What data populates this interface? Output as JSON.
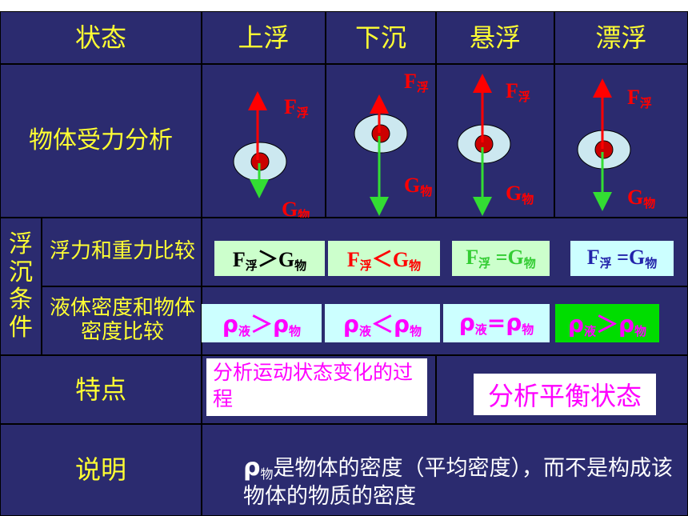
{
  "header": {
    "state_label": "状态",
    "states": [
      "上浮",
      "下沉",
      "悬浮",
      "漂浮"
    ]
  },
  "rows": {
    "force_analysis": "物体受力分析",
    "group_label_chars": [
      "浮",
      "沉",
      "条",
      "件"
    ],
    "compare_force": "浮力和重力比较",
    "compare_density": "液体密度和物体密度比较",
    "feature": "特点",
    "explain": "说明"
  },
  "force_labels": {
    "f": "F",
    "f_sub": "浮",
    "g": "G",
    "g_sub": "物"
  },
  "force_compare": [
    {
      "left": "F",
      "left_sub": "浮",
      "op": "＞",
      "right": "G",
      "right_sub": "物",
      "color": "#000000",
      "bg": "#ccffcc"
    },
    {
      "left": "F",
      "left_sub": "浮",
      "op": "＜",
      "right": "G",
      "right_sub": "物",
      "color": "#ff0000",
      "bg": "#ccffcc"
    },
    {
      "left": "F",
      "left_sub": "浮",
      "op": " =",
      "right": "G",
      "right_sub": "物",
      "color": "#33cc33",
      "bg": "#ccffcc"
    },
    {
      "left": "F",
      "left_sub": "浮",
      "op": " =",
      "right": "G",
      "right_sub": "物",
      "color": "#2222aa",
      "bg": "#ccffff"
    }
  ],
  "density_compare": [
    {
      "left": "ρ",
      "left_sub": "液",
      "op": "＞",
      "right": "ρ",
      "right_sub": "物",
      "color": "#ff00ff",
      "bg": "#ccffff"
    },
    {
      "left": "ρ",
      "left_sub": "液",
      "op": "＜",
      "right": "ρ",
      "right_sub": "物",
      "color": "#ff00ff",
      "bg": "#ccffff"
    },
    {
      "left": "ρ",
      "left_sub": "液",
      "op": "=",
      "right": "ρ",
      "right_sub": "物",
      "color": "#ff00ff",
      "bg": "#ccffff"
    },
    {
      "left": "ρ",
      "left_sub": "液",
      "op": "＞",
      "right": "ρ",
      "right_sub": "物",
      "color": "#ff00ff",
      "bg": "#00dd00"
    }
  ],
  "features": {
    "dynamic": "分析运动状态变化的过程",
    "static": "分析平衡状态"
  },
  "explanation": {
    "rho": "ρ",
    "rho_sub": "物",
    "text": "是物体的密度（平均密度），而不是构成该物体的物质的密度"
  },
  "colors": {
    "background": "#2b2b6f",
    "label": "#ffff33",
    "up_arrow": "#ff0000",
    "down_arrow": "#33dd33",
    "ellipse": "#cce8f0",
    "ball": "#cc0000"
  }
}
